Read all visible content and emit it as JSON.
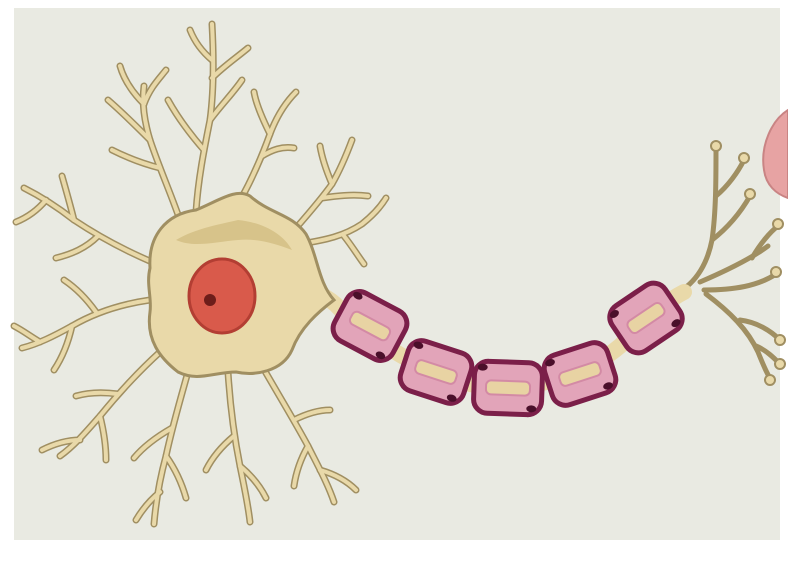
{
  "figure": {
    "subject": "neuron-illustration",
    "parts": [
      "dendrites",
      "cell-body",
      "nucleus",
      "nucleolus",
      "axon",
      "myelin-sheath",
      "schwann-cell-nuclei",
      "axon-terminals",
      "adjacent-cell"
    ]
  },
  "colors": {
    "frame": "#ffffff",
    "background": "#e9eae2",
    "cytoplasm": "#e9d9a9",
    "dendrite_outline": "#a08f62",
    "cytoplasm_shade": "#d7c38a",
    "nucleus": "#d95a4b",
    "nucleus_rim": "#b33e33",
    "nucleolus": "#6e1d1a",
    "myelin_fill": "#e2a4b9",
    "myelin_outline": "#7b1f49",
    "myelin_inner": "#e8d3a3",
    "schwann_nucleus": "#4a0f2a",
    "adjacent_cell": "#e7a3a3"
  },
  "myelin_segment_count": 5
}
